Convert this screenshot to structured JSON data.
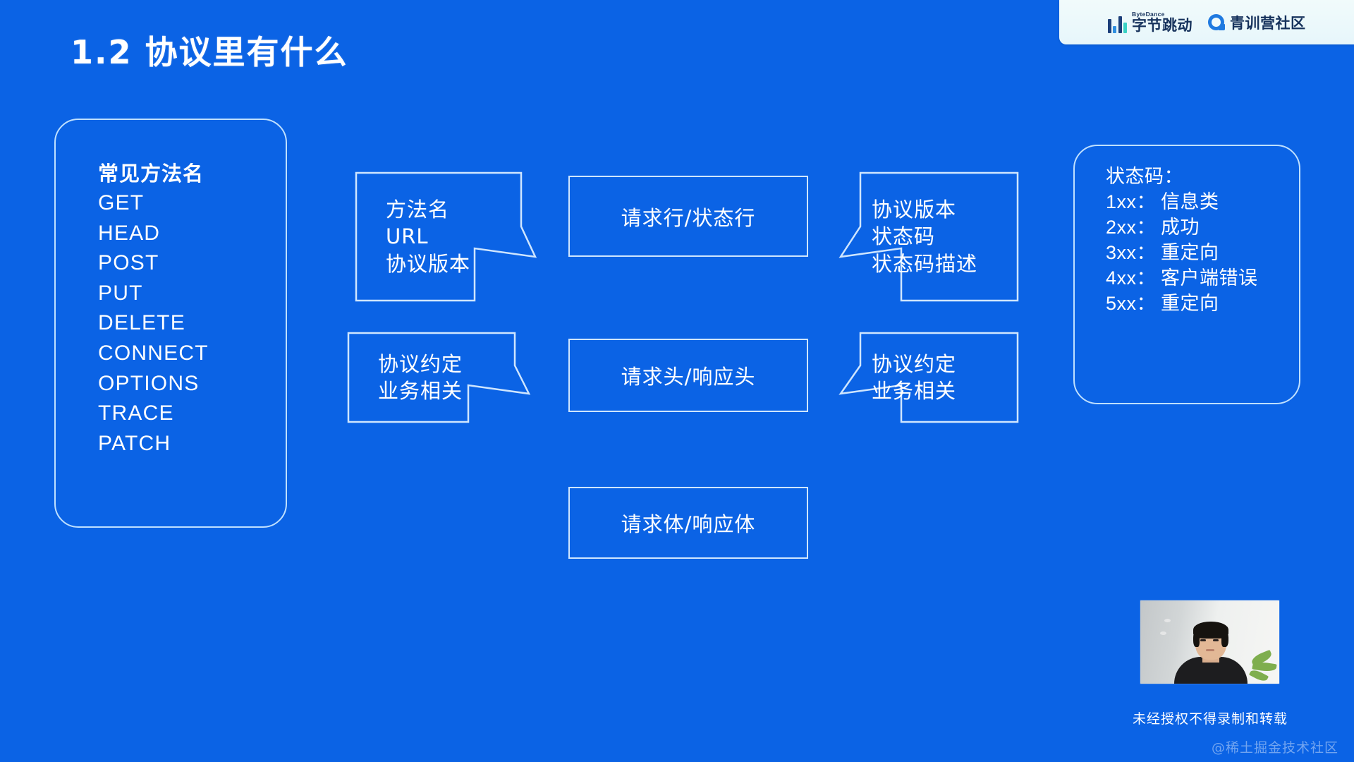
{
  "slide": {
    "background_color": "#0b63e5",
    "title": "1.2  协议里有什么"
  },
  "logo_bar": {
    "bytedance_en": "ByteDance",
    "bytedance_cn": "字节跳动",
    "community_cn": "青训营社区",
    "bytedance_icon": "bar-chart-icon",
    "community_icon": "circle-q-icon"
  },
  "methods_panel": {
    "heading": "常见方法名",
    "items": [
      "GET",
      "HEAD",
      "POST",
      "PUT",
      "DELETE",
      "CONNECT",
      "OPTIONS",
      "TRACE",
      "PATCH"
    ]
  },
  "status_panel": {
    "heading": "状态码：",
    "rows": [
      {
        "code": "1xx：",
        "desc": "信息类"
      },
      {
        "code": "2xx：",
        "desc": "成功"
      },
      {
        "code": "3xx：",
        "desc": "重定向"
      },
      {
        "code": "4xx：",
        "desc": "客户端错误"
      },
      {
        "code": "5xx：",
        "desc": "重定向"
      }
    ]
  },
  "flow": {
    "row1": {
      "left_lines": [
        "方法名",
        "URL",
        "协议版本"
      ],
      "center": "请求行/状态行",
      "right_lines": [
        "协议版本",
        "状态码",
        "状态码描述"
      ]
    },
    "row2": {
      "left_lines": [
        "协议约定",
        "业务相关"
      ],
      "center": "请求头/响应头",
      "right_lines": [
        "协议约定",
        "业务相关"
      ]
    },
    "row3": {
      "center": "请求体/响应体"
    }
  },
  "webcam": {
    "notice": "未经授权不得录制和转载"
  },
  "watermark": "@稀土掘金技术社区"
}
